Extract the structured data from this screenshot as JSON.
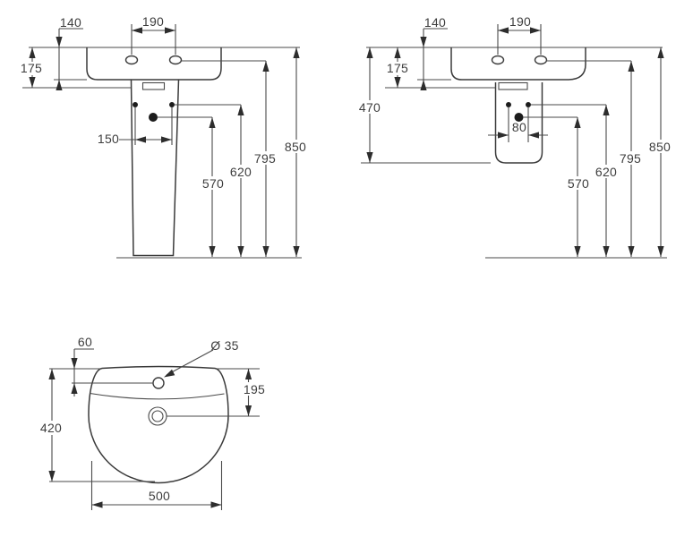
{
  "drawing": {
    "type": "sanitary-ware dimensional drawing",
    "units": "mm"
  },
  "colors": {
    "background": "#ffffff",
    "line": "#3a3a3a",
    "dimension_line": "#4a4a4a",
    "text": "#3d3d3d",
    "dot": "#1c1c1c"
  },
  "views": {
    "front_pedestal": {
      "dims": {
        "d140": "140",
        "d190": "190",
        "d175": "175",
        "d150": "150",
        "d570": "570",
        "d620": "620",
        "d795": "795",
        "d850": "850"
      }
    },
    "front_semi_pedestal": {
      "dims": {
        "d140": "140",
        "d190": "190",
        "d175": "175",
        "d470": "470",
        "d80": "80",
        "d570": "570",
        "d620": "620",
        "d795": "795",
        "d850": "850"
      }
    },
    "plan": {
      "dims": {
        "d60": "60",
        "dia35": "Ø 35",
        "d195": "195",
        "d420": "420",
        "d500": "500"
      }
    }
  }
}
